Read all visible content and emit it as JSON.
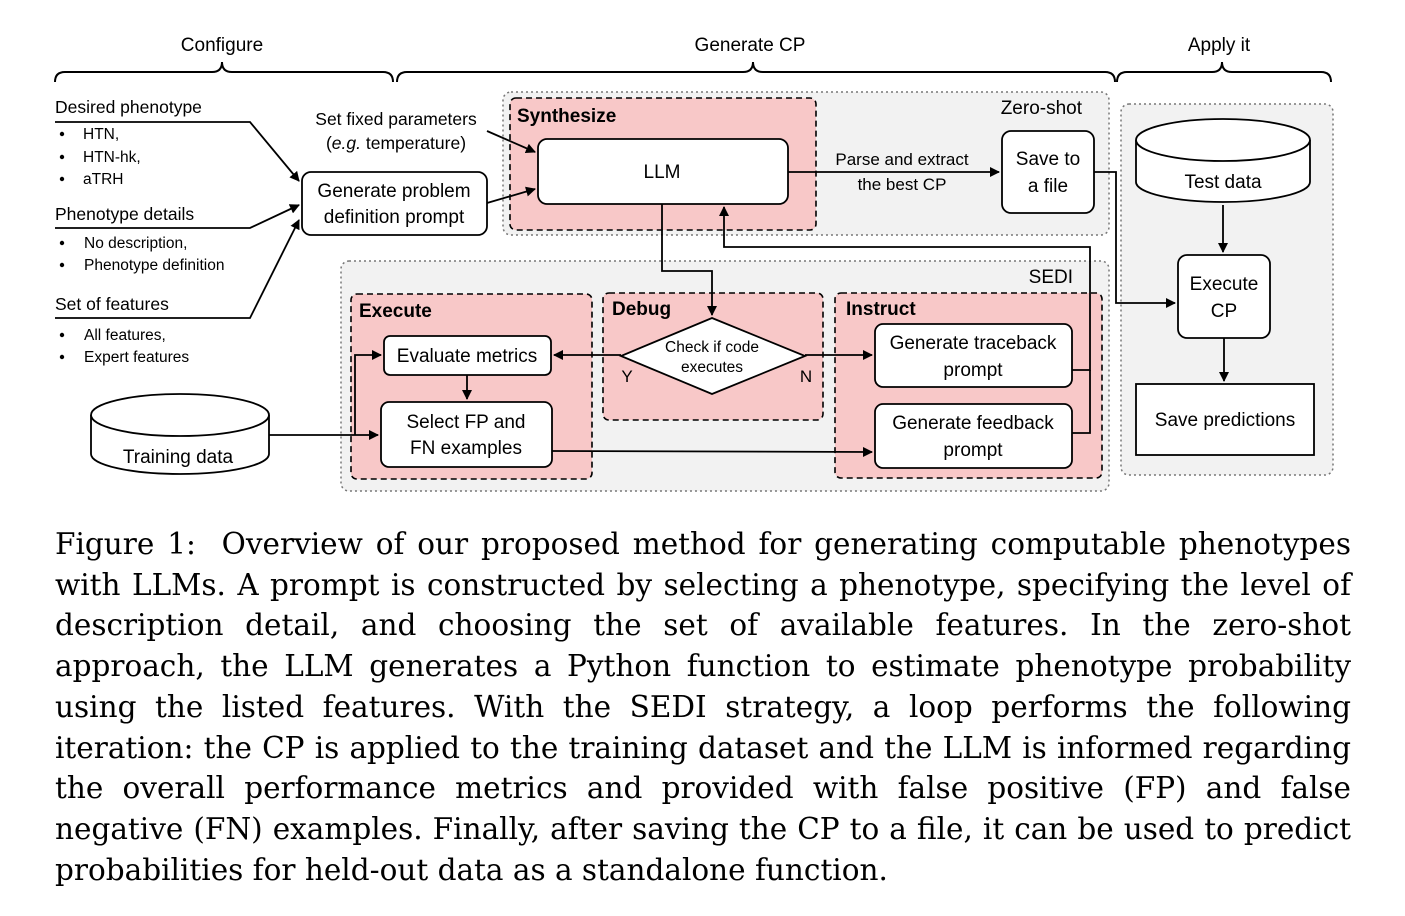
{
  "stages": {
    "configure": "Configure",
    "generate_cp": "Generate CP",
    "apply_it": "Apply it"
  },
  "configure": {
    "desired_phenotype": {
      "heading": "Desired phenotype",
      "options": [
        "HTN,",
        "HTN-hk,",
        "aTRH"
      ]
    },
    "phenotype_details": {
      "heading": "Phenotype details",
      "options": [
        "No description,",
        "Phenotype definition"
      ]
    },
    "set_of_features": {
      "heading": "Set of features",
      "options": [
        "All features,",
        "Expert features"
      ]
    },
    "generate_prompt": [
      "Generate problem",
      "definition prompt"
    ],
    "fixed_params": {
      "line1": "Set fixed parameters",
      "line2_italic": "e.g.",
      "line2_rest": " temperature)"
    }
  },
  "zero_shot": {
    "label": "Zero-shot",
    "synthesize": "Synthesize",
    "llm": "LLM",
    "parse": [
      "Parse and extract",
      "the best CP"
    ],
    "save_file": [
      "Save to",
      "a file"
    ]
  },
  "sedi": {
    "label": "SEDI",
    "execute": {
      "title": "Execute",
      "evaluate": "Evaluate metrics",
      "select": [
        "Select FP and",
        "FN examples"
      ]
    },
    "debug": {
      "title": "Debug",
      "check": [
        "Check if code",
        "executes"
      ],
      "yes": "Y",
      "no": "N"
    },
    "instruct": {
      "title": "Instruct",
      "traceback": [
        "Generate traceback",
        "prompt"
      ],
      "feedback": [
        "Generate feedback",
        "prompt"
      ]
    },
    "training_data": "Training data"
  },
  "apply": {
    "test_data": "Test data",
    "execute_cp": [
      "Execute",
      "CP"
    ],
    "save_predictions": "Save predictions"
  },
  "colors": {
    "pink_fill": "#f8c8c8",
    "gray_fill": "#f2f2f2",
    "stroke": "#000000"
  },
  "caption": {
    "label": "Figure 1:",
    "text": "Overview of our proposed method for generating computable phenotypes with LLMs. A prompt is constructed by selecting a phenotype, specifying the level of description detail, and choosing the set of available features. In the zero-shot approach, the LLM generates a Python function to estimate phenotype probability using the listed features. With the SEDI strategy, a loop performs the following iteration: the CP is applied to the training dataset and the LLM is informed regarding the overall performance metrics and provided with false positive (FP) and false negative (FN) examples. Finally, after saving the CP to a file, it can be used to predict probabilities for held-out data as a standalone function."
  }
}
